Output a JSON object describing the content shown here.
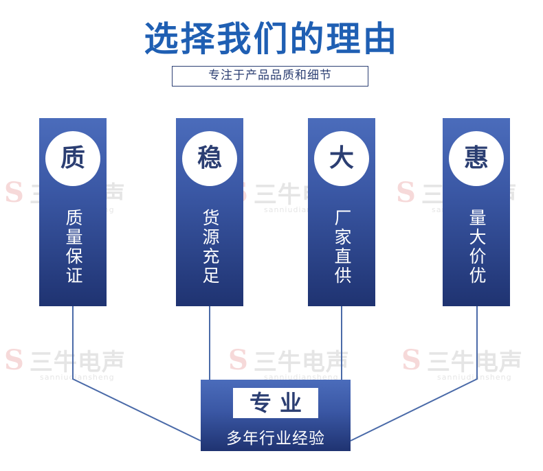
{
  "header": {
    "title": "选择我们的理由",
    "subtitle": "专注于产品品质和细节"
  },
  "cards": [
    {
      "circle": "质",
      "text": "质量保证"
    },
    {
      "circle": "稳",
      "text": "货源充足"
    },
    {
      "circle": "大",
      "text": "厂家直供"
    },
    {
      "circle": "惠",
      "text": "量大价优"
    }
  ],
  "bottom": {
    "title": "专业",
    "subtitle": "多年行业经验"
  },
  "watermark": {
    "letter": "S",
    "brand": "三牛电声",
    "pinyin": "sanniudiansheng"
  },
  "colors": {
    "title_blue": "#1f5fb3",
    "card_top": "#4b6cbb",
    "card_bottom": "#1f3371",
    "line": "#4a6aa8"
  }
}
